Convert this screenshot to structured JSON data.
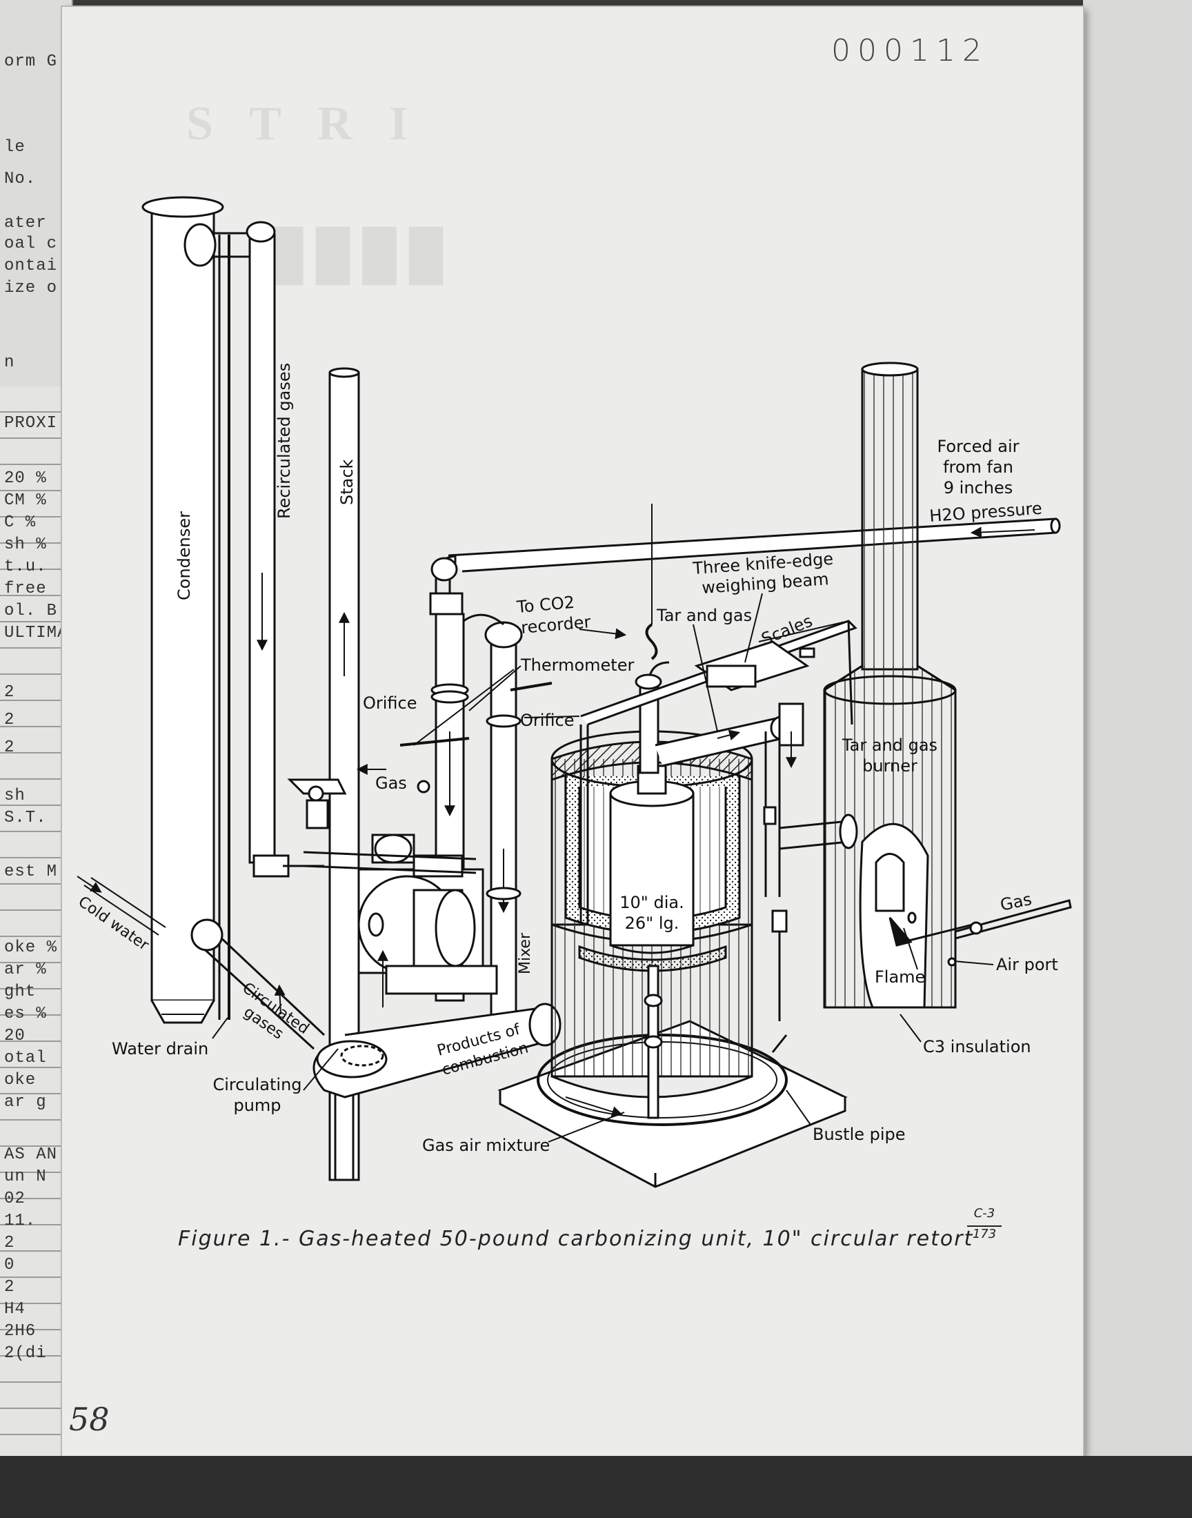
{
  "document": {
    "number": "000112",
    "page_number": "58",
    "caption": "Figure 1.- Gas-heated  50-pound carbonizing unit,  10\" circular  retort",
    "code_top": "C-3",
    "code_bottom": "173"
  },
  "underlying_sheet": {
    "fragments": [
      "orm G",
      "le",
      "No.",
      "ater",
      "oal c",
      "ontai",
      "ize o",
      "n",
      "PROXI",
      "20 %",
      "CM %",
      "C %",
      "sh %",
      "t.u.",
      "free",
      "ol. B",
      "ULTIMA",
      "2",
      "2",
      "2",
      "sh",
      "S.T.",
      "est M",
      "oke %",
      "ar %",
      "ght",
      "es %",
      "20",
      "otal",
      "oke",
      "ar g",
      "AS AN",
      "un N",
      "02",
      "11.",
      "2",
      "0",
      "2",
      "H4",
      "2H6",
      "2(di"
    ]
  },
  "diagram": {
    "labels": {
      "condenser": "Condenser",
      "recirculated_gases": "Recirculated gases",
      "stack": "Stack",
      "forced_air": [
        "Forced air",
        "from fan",
        "9 inches",
        "H2O pressure"
      ],
      "three_knife_edge": [
        "Three knife-edge",
        "weighing beam"
      ],
      "tar_and_gas": "Tar and gas",
      "scales": "Scales",
      "to_co2": [
        "To CO2",
        "recorder"
      ],
      "thermometer": "Thermometer",
      "orifice_left": "Orifice",
      "orifice_right": "Orifice",
      "gas_left": "Gas",
      "tar_gas_burner": [
        "Tar and gas",
        "burner"
      ],
      "retort_size": [
        "10\" dia.",
        "26\" lg."
      ],
      "mixer": "Mixer",
      "cold_water": "Cold water",
      "circulated_gases": [
        "Circulated",
        "gases"
      ],
      "products_of_combustion": [
        "Products of",
        "combustion"
      ],
      "water_drain": "Water drain",
      "circulating_pump": [
        "Circulating",
        "pump"
      ],
      "gas_air_mixture": "Gas air mixture",
      "bustle_pipe": "Bustle pipe",
      "gas_right": "Gas",
      "air_port": "Air port",
      "flame": "Flame",
      "c3_insulation": "C3 insulation"
    }
  }
}
